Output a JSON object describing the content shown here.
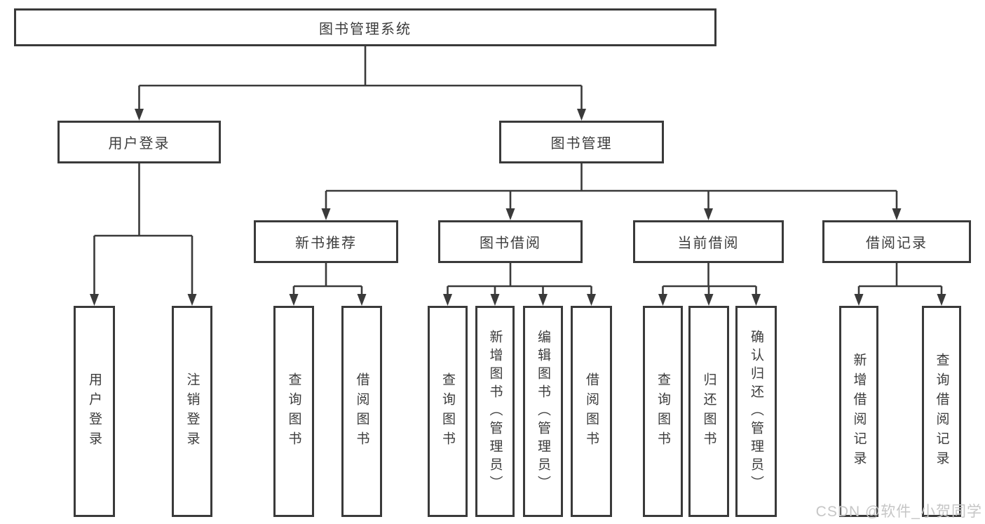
{
  "tree": {
    "root": "图书管理系统",
    "children": [
      {
        "label": "用户登录",
        "children": [
          {
            "label": "用户登录"
          },
          {
            "label": "注销登录"
          }
        ]
      },
      {
        "label": "图书管理",
        "children": [
          {
            "label": "新书推荐",
            "children": [
              {
                "label": "查询图书"
              },
              {
                "label": "借阅图书"
              }
            ]
          },
          {
            "label": "图书借阅",
            "children": [
              {
                "label": "查询图书"
              },
              {
                "label": "新增图书（管理员）"
              },
              {
                "label": "编辑图书（管理员）"
              },
              {
                "label": "借阅图书"
              }
            ]
          },
          {
            "label": "当前借阅",
            "children": [
              {
                "label": "查询图书"
              },
              {
                "label": "归还图书"
              },
              {
                "label": "确认归还（管理员）"
              }
            ]
          },
          {
            "label": "借阅记录",
            "children": [
              {
                "label": "新增借阅记录"
              },
              {
                "label": "查询借阅记录"
              }
            ]
          }
        ]
      }
    ]
  },
  "watermark": {
    "text": "CSDN @软件_小贺同学"
  },
  "colors": {
    "line": "#3a3a3a",
    "box_border": "#3a3a3a",
    "text": "#3c3c3c",
    "watermark": "#c6c6c6",
    "background": "#ffffff"
  }
}
